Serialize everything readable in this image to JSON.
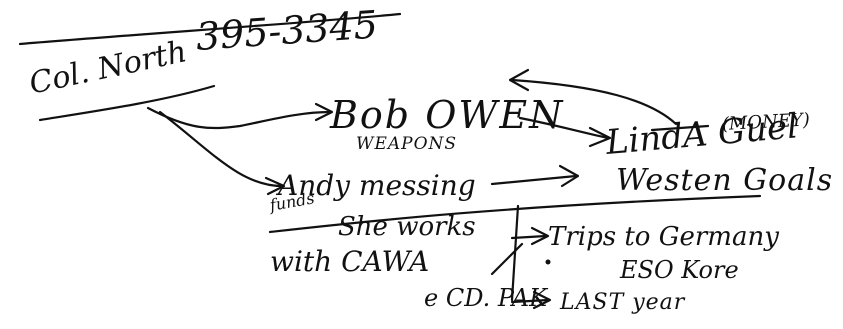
{
  "note": {
    "phone": "395-3345",
    "col_north": "Col. North",
    "bob_owen": "Bob OWEN",
    "weapons": "WEAPONS",
    "money": "(MONEY)",
    "linda_guel": "LindA Guel",
    "western_goals": "Westen Goals",
    "andy_messing": "Andy messing",
    "funds": "funds",
    "she_works": "She works",
    "trips_germany": "Trips to Germany",
    "with_cawa": "with CAWA",
    "eso_kore": "ESO Kore",
    "ecd_pak": "e CD. PAK",
    "last_year": "LAST year"
  }
}
